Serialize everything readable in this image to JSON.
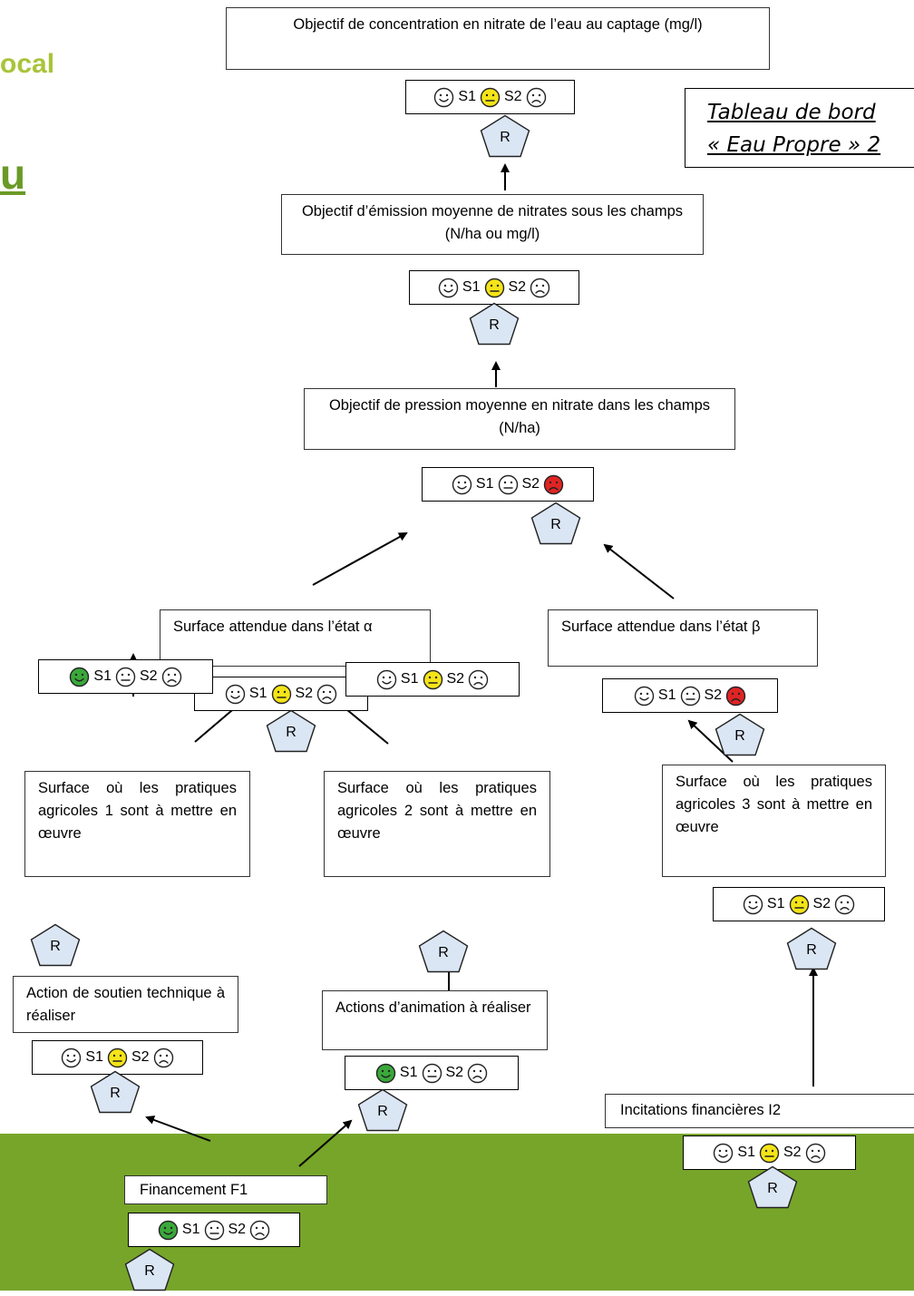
{
  "fragments": {
    "left_top": "ocal",
    "left_mid": "u"
  },
  "title": {
    "line1": "Tableau de bord",
    "line2": "« Eau Propre » 2"
  },
  "pentagon_label": "R",
  "status_colors": {
    "green": "#3aa83a",
    "yellow": "#f4e418",
    "red": "#e02424",
    "neutral": "#ffffff"
  },
  "nodes": [
    {
      "id": "nitrate-captage",
      "text": "Objectif de concentration en nitrate de l’eau au captage (mg/l)",
      "s1_label": "S1",
      "s2_label": "S2",
      "faces": [
        "smile",
        "neutral",
        "sad"
      ],
      "active": [
        "",
        "yellow",
        ""
      ]
    },
    {
      "id": "emission-moyenne",
      "text": "Objectif d’émission moyenne de nitrates sous les champs (N/ha ou mg/l)",
      "s1_label": "S1",
      "s2_label": "S2",
      "faces": [
        "smile",
        "neutral",
        "sad"
      ],
      "active": [
        "",
        "yellow",
        ""
      ]
    },
    {
      "id": "pression-moyenne",
      "text": "Objectif de pression moyenne en nitrate dans les champs (N/ha)",
      "s1_label": "S1",
      "s2_label": "S2",
      "faces": [
        "smile",
        "neutral",
        "sad"
      ],
      "active": [
        "",
        "",
        "red"
      ]
    },
    {
      "id": "surface-alpha",
      "text": "Surface attendue dans l’état α",
      "s1_label": "S1",
      "s2_label": "S2",
      "faces": [
        "smile",
        "neutral",
        "sad"
      ],
      "active": [
        "",
        "yellow",
        ""
      ]
    },
    {
      "id": "surface-beta",
      "text": "Surface attendue dans l’état β",
      "s1_label": "S1",
      "s2_label": "S2",
      "faces": [
        "smile",
        "neutral",
        "sad"
      ],
      "active": [
        "",
        "",
        "red"
      ]
    },
    {
      "id": "pratiques-1",
      "text": "Surface où les pratiques agricoles 1 sont à mettre en œuvre",
      "s1_label": "S1",
      "s2_label": "S2",
      "faces": [
        "smile",
        "neutral",
        "sad"
      ],
      "active": [
        "green",
        "",
        ""
      ]
    },
    {
      "id": "pratiques-2",
      "text": "Surface où les pratiques agricoles 2 sont à mettre en œuvre",
      "s1_label": "S1",
      "s2_label": "S2",
      "faces": [
        "smile",
        "neutral",
        "sad"
      ],
      "active": [
        "",
        "yellow",
        ""
      ]
    },
    {
      "id": "pratiques-3",
      "text": "Surface où les pratiques agricoles 3 sont à mettre en œuvre",
      "s1_label": "S1",
      "s2_label": "S2",
      "faces": [
        "smile",
        "neutral",
        "sad"
      ],
      "active": [
        "",
        "yellow",
        ""
      ]
    },
    {
      "id": "soutien-technique",
      "text": "Action de soutien technique à réaliser",
      "s1_label": "S1",
      "s2_label": "S2",
      "faces": [
        "smile",
        "neutral",
        "sad"
      ],
      "active": [
        "",
        "yellow",
        ""
      ]
    },
    {
      "id": "animation",
      "text": "Actions d’animation à réaliser",
      "s1_label": "S1",
      "s2_label": "S2",
      "faces": [
        "smile",
        "neutral",
        "sad"
      ],
      "active": [
        "green",
        "",
        ""
      ]
    },
    {
      "id": "incitations-i2",
      "text": "Incitations financières I2",
      "s1_label": "S1",
      "s2_label": "S2",
      "faces": [
        "smile",
        "neutral",
        "sad"
      ],
      "active": [
        "",
        "yellow",
        ""
      ]
    },
    {
      "id": "financement-f1",
      "text": "Financement F1",
      "s1_label": "S1",
      "s2_label": "S2",
      "faces": [
        "smile",
        "neutral",
        "sad"
      ],
      "active": [
        "green",
        "",
        ""
      ]
    }
  ]
}
